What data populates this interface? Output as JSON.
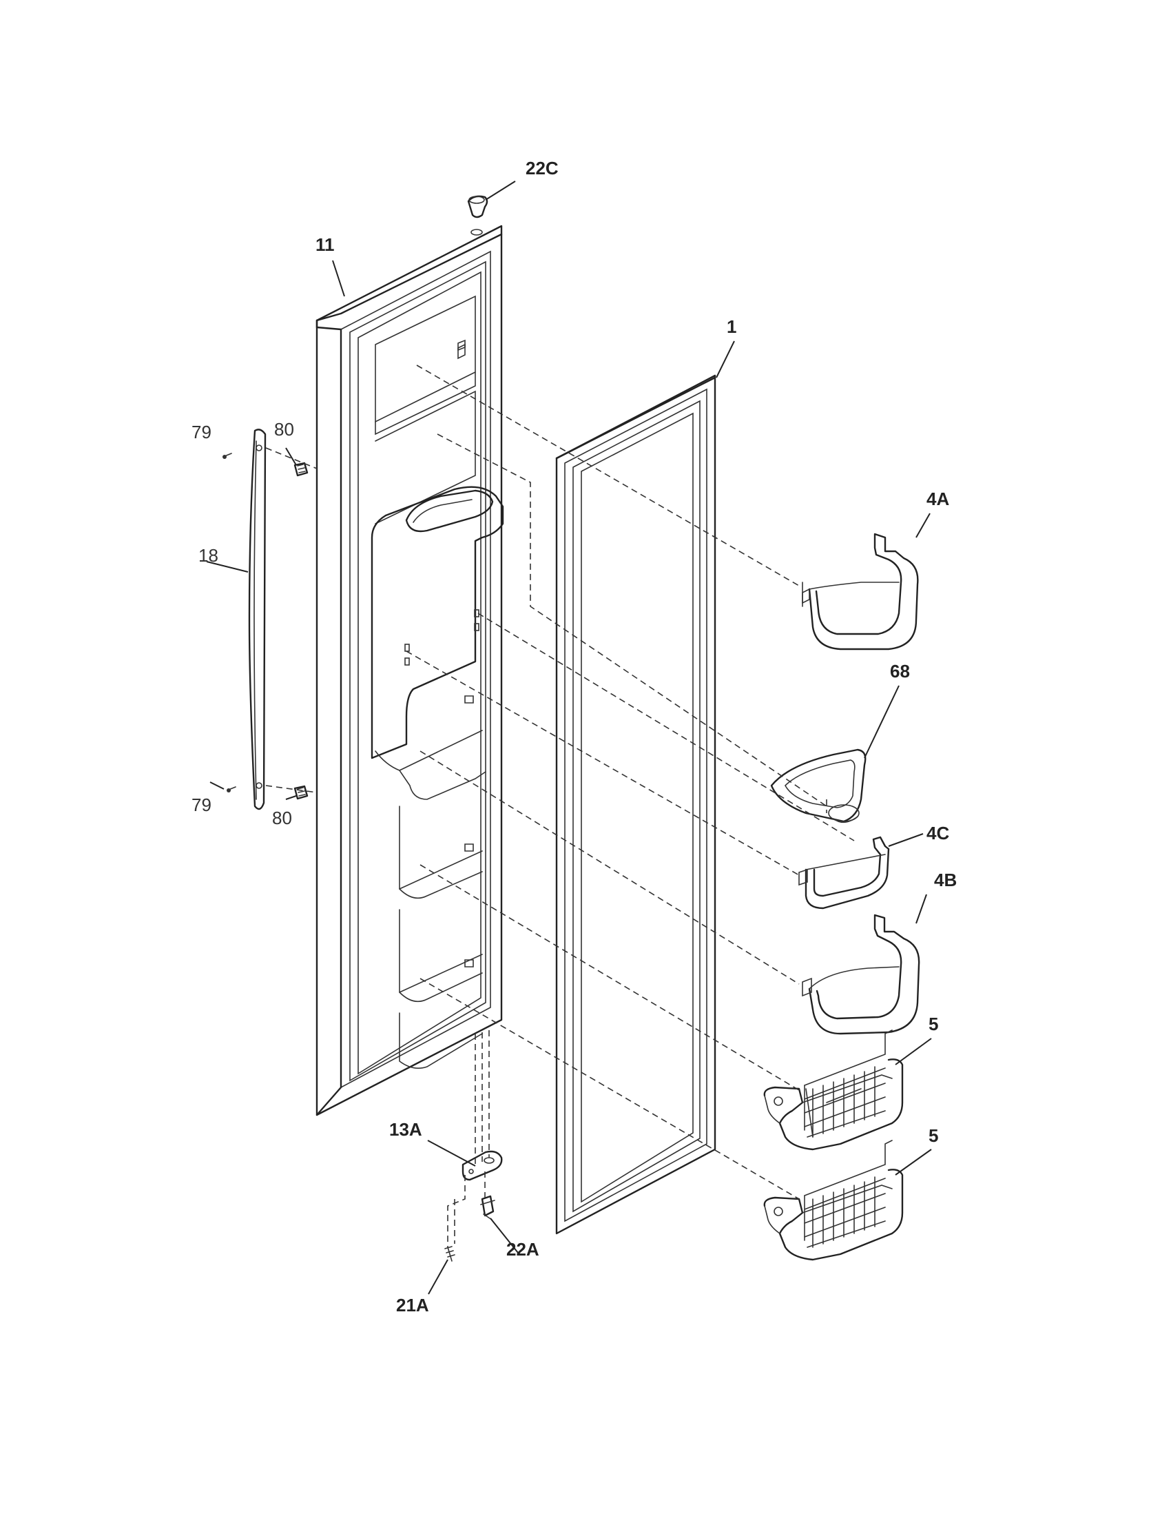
{
  "labels": {
    "p22c": "22C",
    "p11": "11",
    "p1": "1",
    "p79_top": "79",
    "p80_top": "80",
    "p18": "18",
    "p79_bottom": "79",
    "p80_bottom": "80",
    "p4a": "4A",
    "p68": "68",
    "p4c": "4C",
    "p4b": "4B",
    "p5_top": "5",
    "p5_bottom": "5",
    "p13a": "13A",
    "p22a": "22A",
    "p21a": "21A"
  }
}
